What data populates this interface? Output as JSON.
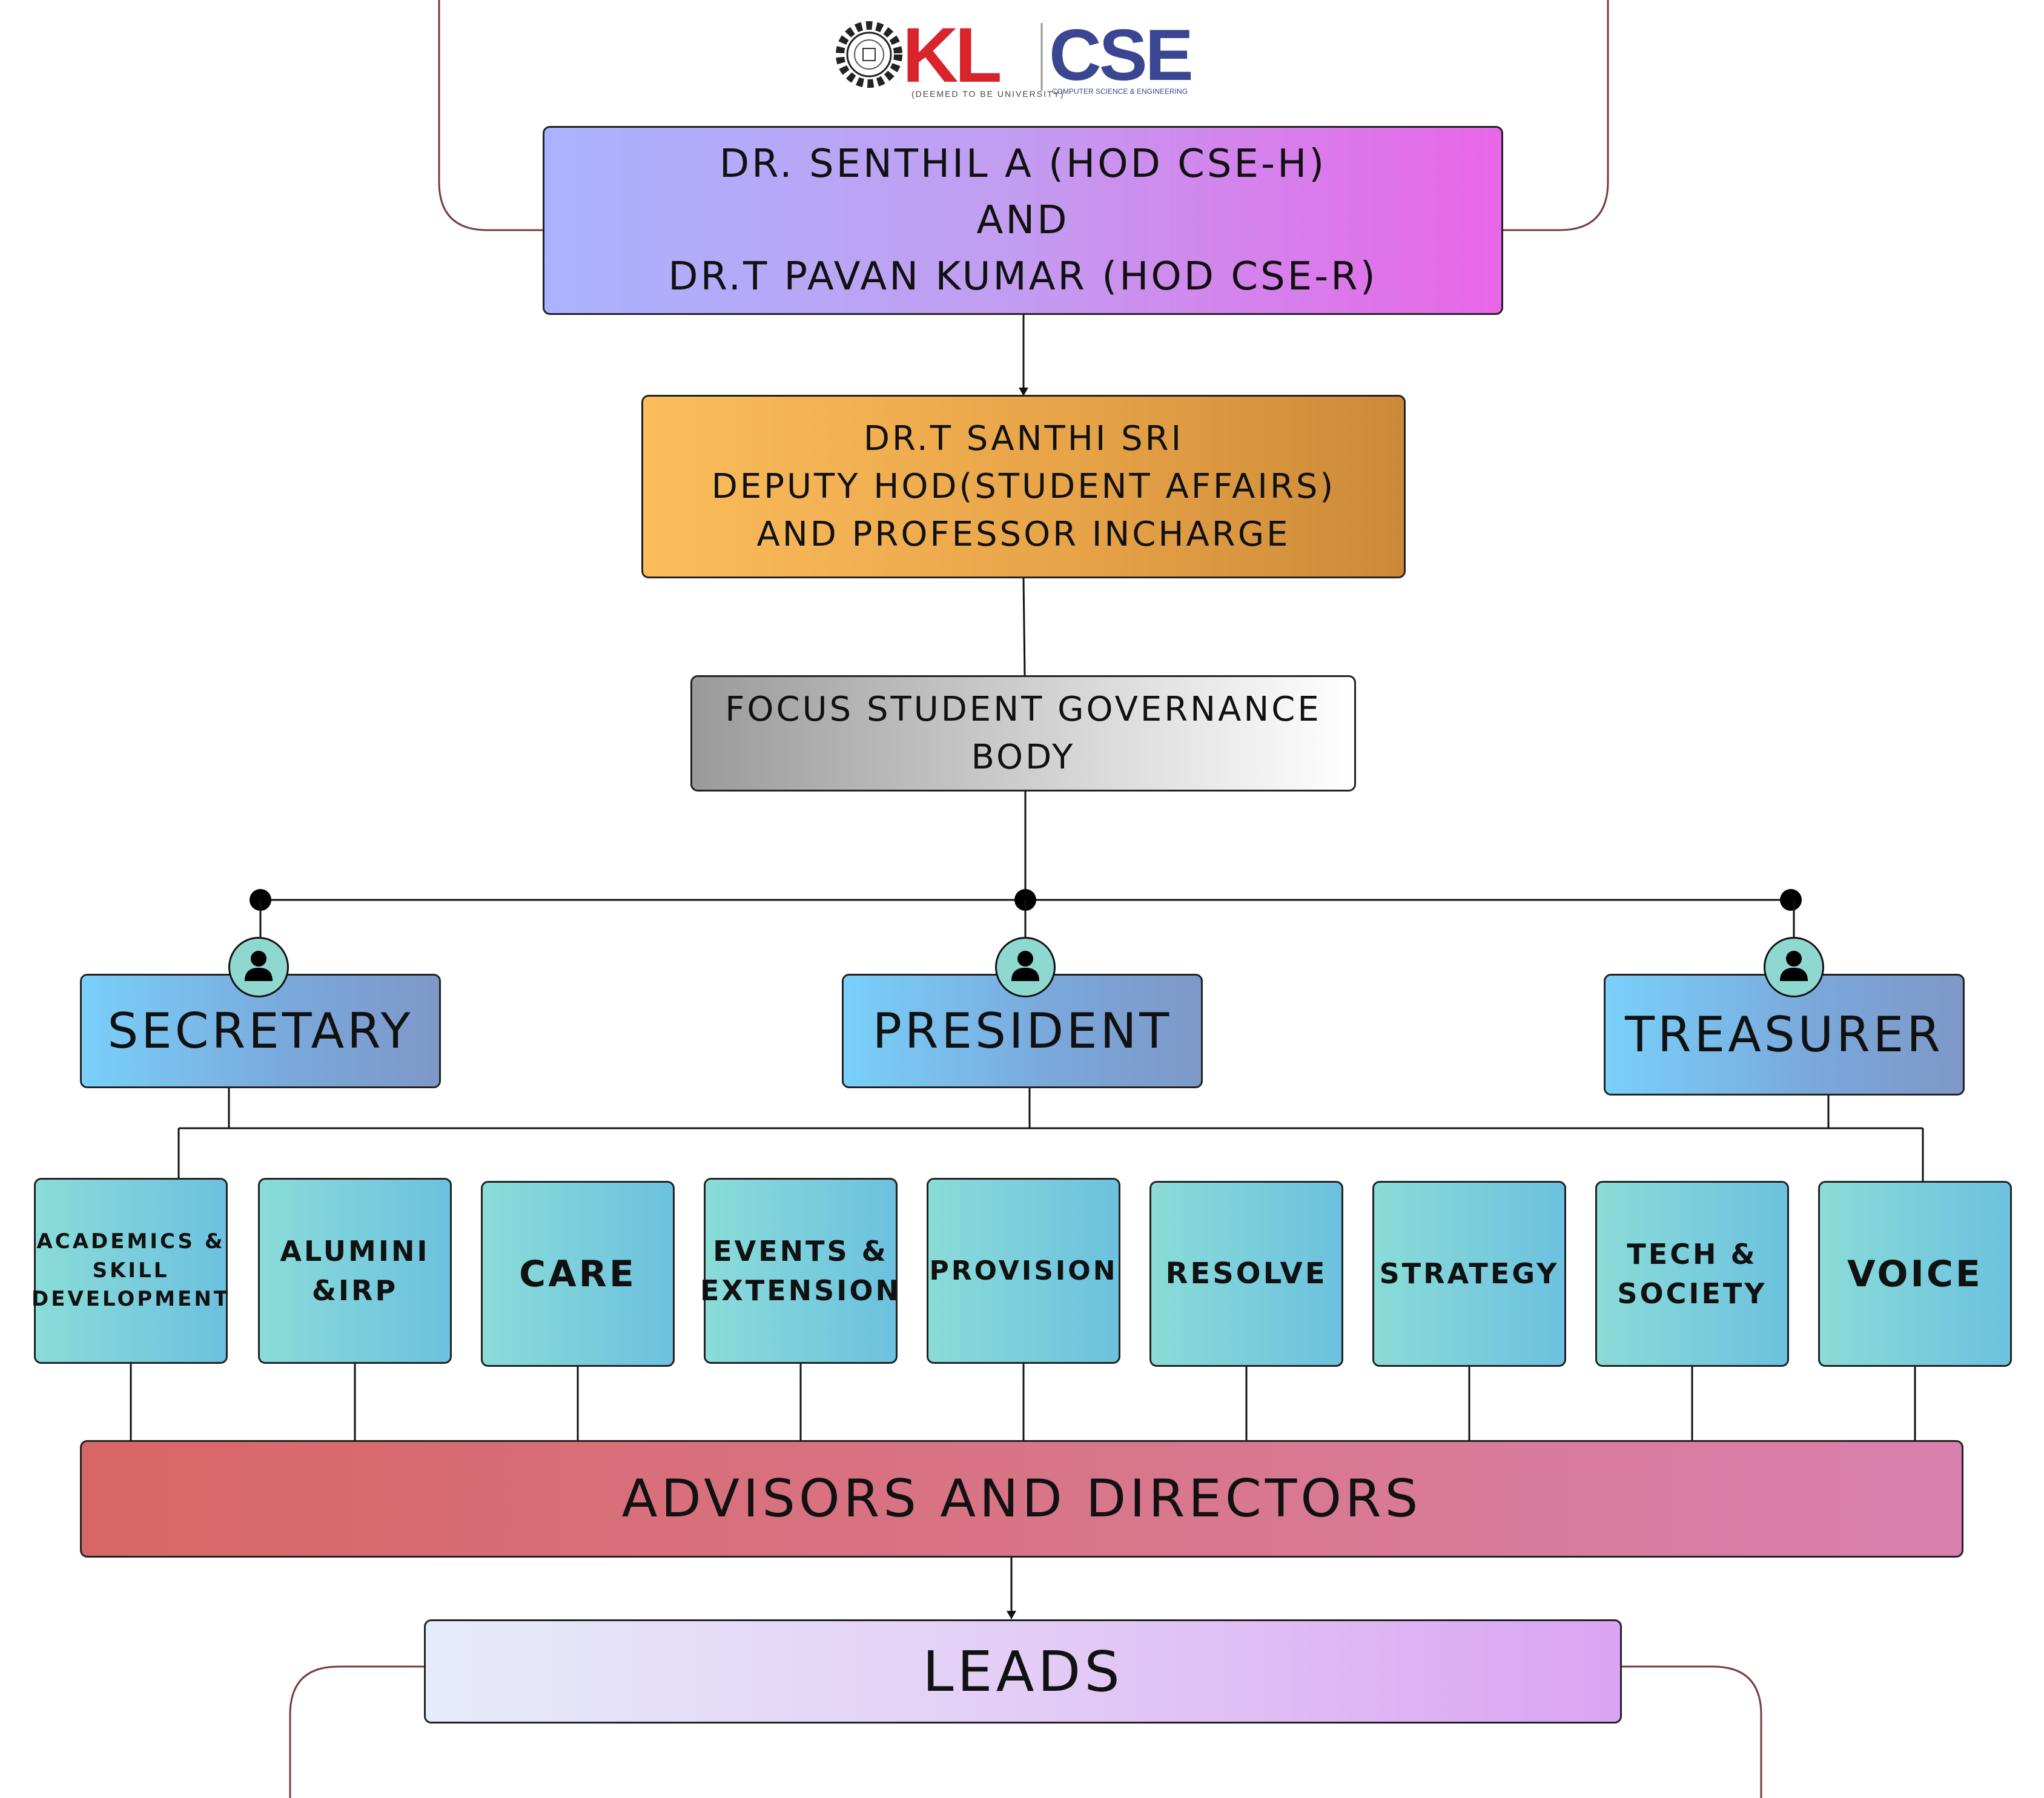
{
  "logo": {
    "university_mark": "KL",
    "university_sub": "(DEEMED TO BE UNIVERSITY)",
    "department_mark": "CSE",
    "department_sub": "COMPUTER SCIENCE & ENGINEERING"
  },
  "hod": {
    "line1": "DR. SENTHIL A (HOD CSE-H)",
    "line2": "AND",
    "line3": "DR.T PAVAN KUMAR (HOD CSE-R)"
  },
  "deputy": {
    "line1": "DR.T SANTHI SRI",
    "line2": "DEPUTY HOD(STUDENT AFFAIRS)",
    "line3": "AND PROFESSOR INCHARGE"
  },
  "governance": {
    "line1": "FOCUS STUDENT GOVERNANCE",
    "line2": "BODY"
  },
  "officers": {
    "secretary": "SECRETARY",
    "president": "PRESIDENT",
    "treasurer": "TREASURER"
  },
  "committees": [
    {
      "lines": [
        "ACADEMICS &",
        "SKILL",
        "DEVELOPMENT"
      ]
    },
    {
      "lines": [
        "ALUMINI",
        "&IRP"
      ]
    },
    {
      "lines": [
        "CARE"
      ]
    },
    {
      "lines": [
        "EVENTS &",
        "EXTENSION"
      ]
    },
    {
      "lines": [
        "PROVISION"
      ]
    },
    {
      "lines": [
        "RESOLVE"
      ]
    },
    {
      "lines": [
        "STRATEGY"
      ]
    },
    {
      "lines": [
        "TECH &",
        "SOCIETY"
      ]
    },
    {
      "lines": [
        "VOICE"
      ]
    }
  ],
  "advisors": "ADVISORS AND DIRECTORS",
  "leads": "LEADS",
  "colors": {
    "logo_red": "#d9242c",
    "logo_navy": "#3b4692",
    "connector": "#111111",
    "frame": "#7a3a3a"
  }
}
